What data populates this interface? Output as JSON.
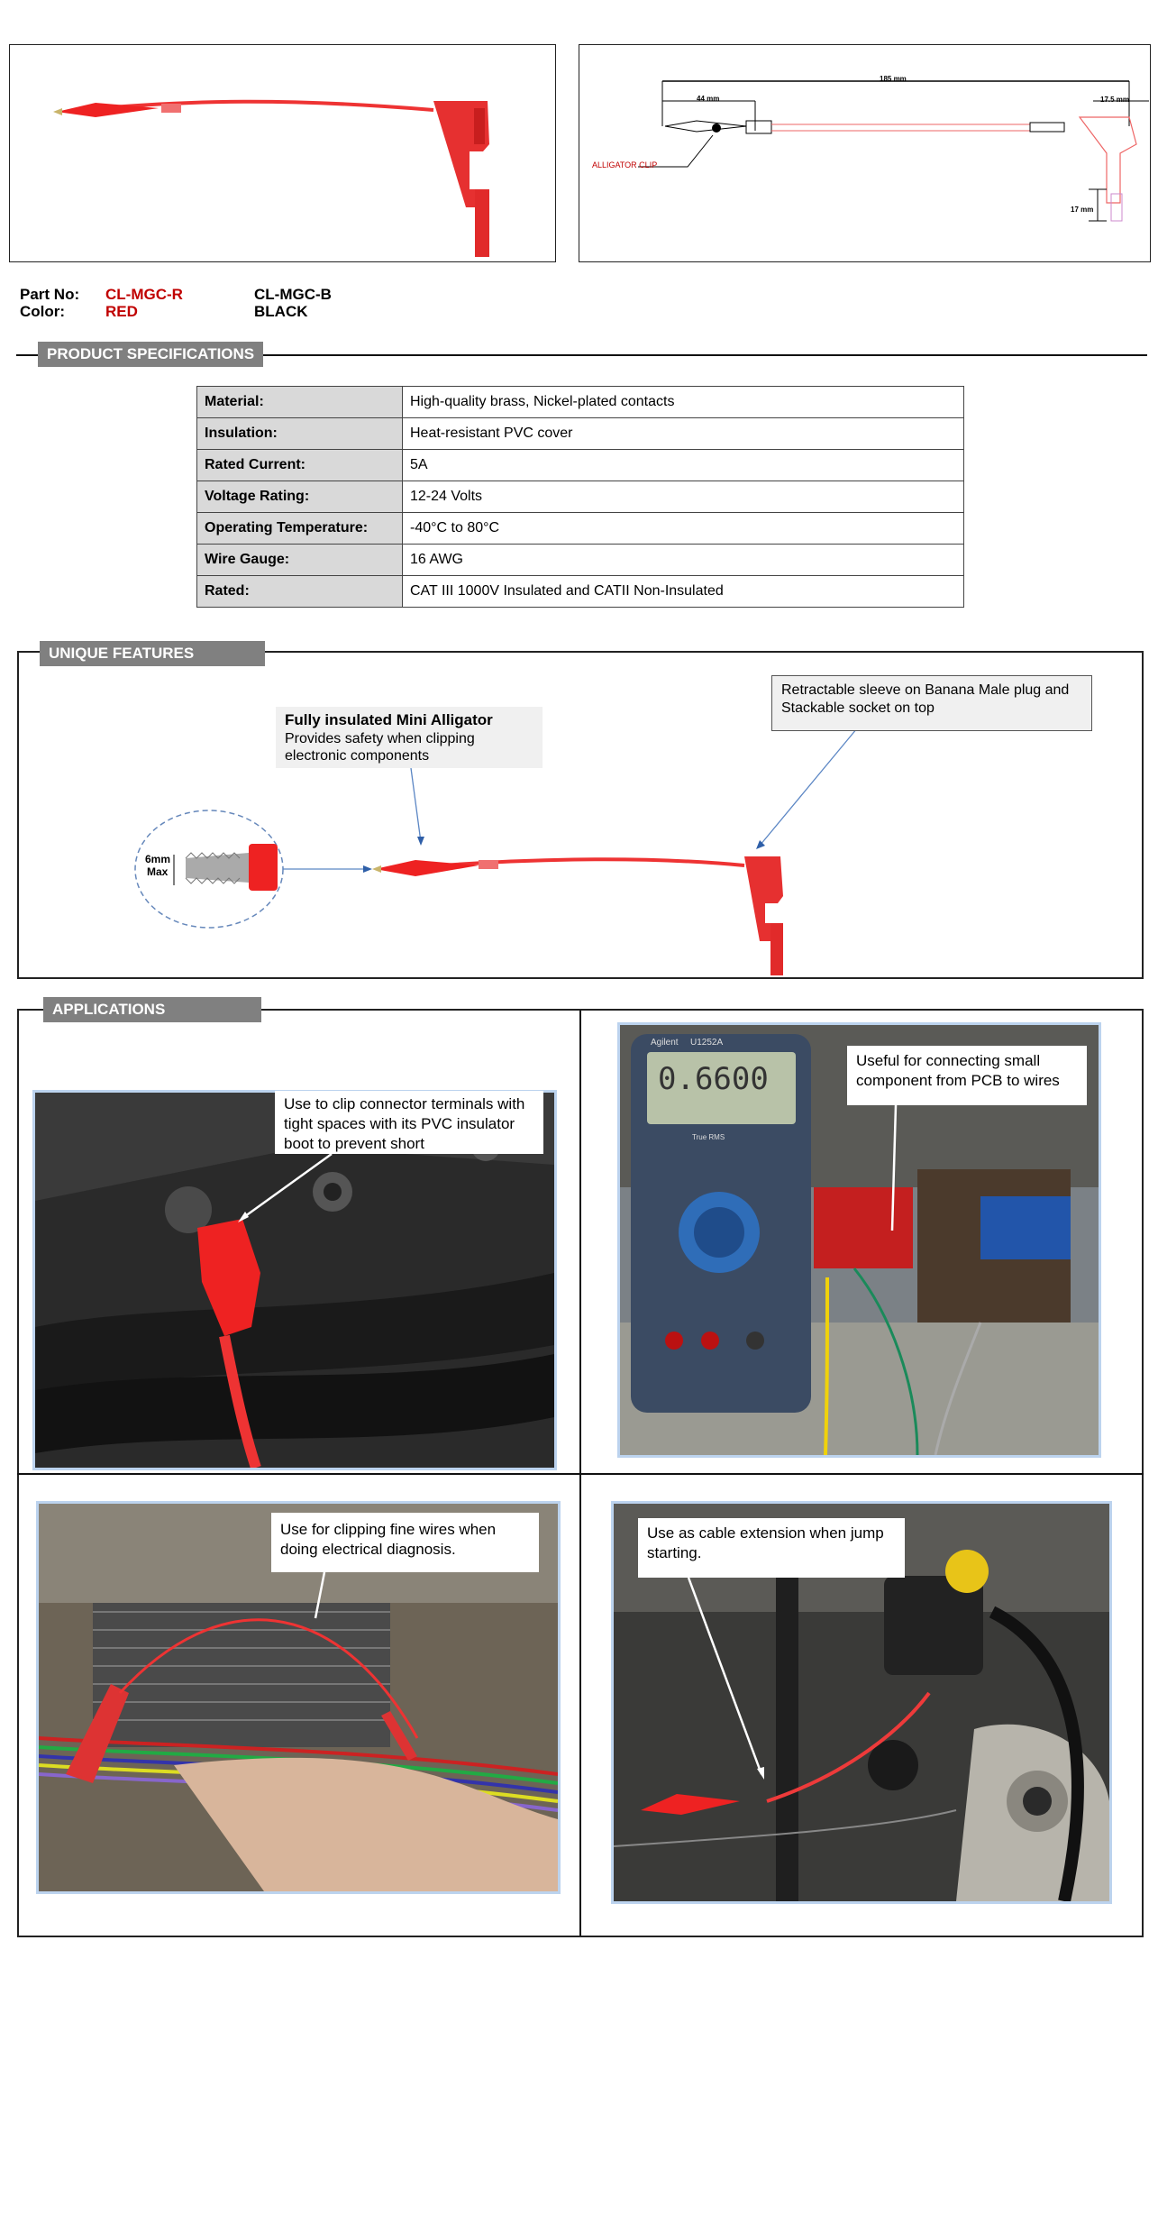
{
  "drawing": {
    "dim_overall": "185 mm",
    "dim_clip": "44 mm",
    "dim_plug_width": "17.5 mm",
    "dim_plug_height": "17 mm",
    "clip_label": "ALLIGATOR CLIP"
  },
  "parts": {
    "part_no_label": "Part No:",
    "color_label": "Color:",
    "red_part": "CL-MGC-R",
    "red_color": "RED",
    "black_part": "CL-MGC-B",
    "black_color": "BLACK"
  },
  "specs": {
    "title": "PRODUCT SPECIFICATIONS",
    "rows": [
      {
        "k": "Material:",
        "v": "High-quality brass, Nickel-plated contacts"
      },
      {
        "k": "Insulation:",
        "v": "Heat-resistant PVC cover"
      },
      {
        "k": "Rated Current:",
        "v": "5A"
      },
      {
        "k": "Voltage Rating:",
        "v": "12-24 Volts"
      },
      {
        "k": "Operating Temperature:",
        "v": "-40°C to 80°C"
      },
      {
        "k": "Wire Gauge:",
        "v": "16 AWG"
      },
      {
        "k": "Rated:",
        "v": "CAT III 1000V Insulated and CATII Non-Insulated"
      }
    ]
  },
  "features": {
    "title": "UNIQUE FEATURES",
    "clip_title": "Fully insulated Mini Alligator",
    "clip_text": "Provides safety when clipping electronic components",
    "sleeve_text": "Retractable sleeve on Banana Male plug and Stackable socket on top",
    "jaw_label_1": "6mm",
    "jaw_label_2": "Max"
  },
  "applications": {
    "title": "APPLICATIONS",
    "items": [
      {
        "caption": "Use to clip connector terminals with tight spaces with its PVC insulator boot to prevent short"
      },
      {
        "caption": "Useful for connecting small component from PCB to wires"
      },
      {
        "caption": "Use for clipping fine wires when doing electrical diagnosis."
      },
      {
        "caption": "Use as cable extension when jump starting."
      }
    ],
    "meter_brand": "Agilent",
    "meter_model": "U1252A",
    "meter_reading": "0.6600",
    "meter_mode": "True RMS"
  },
  "colors": {
    "accent_red": "#e03030",
    "header_gray": "#808080",
    "label_red": "#c00000"
  }
}
